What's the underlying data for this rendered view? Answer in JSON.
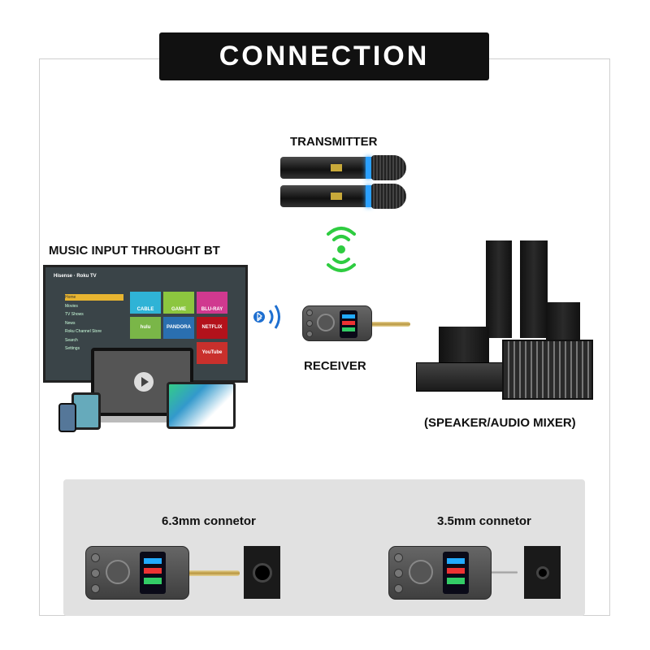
{
  "title": "CONNECTION",
  "labels": {
    "transmitter": "TRANSMITTER",
    "music_input": "MUSIC INPUT THROUGHT BT",
    "receiver": "RECEIVER",
    "speaker": "(SPEAKER/AUDIO MIXER)",
    "conn_63": "6.3mm connetor",
    "conn_35": "3.5mm connetor"
  },
  "tv": {
    "header": "Hisense · Roku TV",
    "menu": [
      "Home",
      "Movies",
      "TV Shows",
      "News",
      "Roku Channel Store",
      "Search",
      "Settings"
    ],
    "tiles": [
      {
        "label": "CABLE",
        "color": "#2fb3d6"
      },
      {
        "label": "GAME",
        "color": "#8cc63f"
      },
      {
        "label": "BLU-RAY",
        "color": "#d0398f"
      },
      {
        "label": "hulu",
        "color": "#7ab648"
      },
      {
        "label": "PANDORA",
        "color": "#2a6fb0"
      },
      {
        "label": "NETFLIX",
        "color": "#b3121b"
      },
      {
        "label": "YouTube",
        "color": "#c9302c"
      }
    ]
  },
  "colors": {
    "wireless": "#2ecc40",
    "bluetooth": "#1e6fd0",
    "mic_ring": "#2aa0ff"
  }
}
